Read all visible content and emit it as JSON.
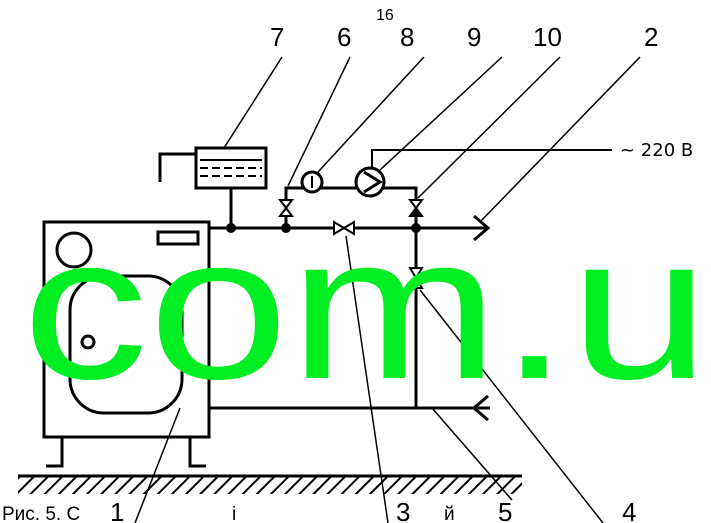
{
  "page_number": "16",
  "callouts": {
    "n1": "1",
    "n2": "2",
    "n3": "3",
    "n4": "4",
    "n5": "5",
    "n6": "6",
    "n7": "7",
    "n8": "8",
    "n9": "9",
    "n10": "10"
  },
  "supply_label": "~ 220 В",
  "caption_fragment_left": "Рис. 5. С",
  "caption_fragment_mid": "і",
  "caption_fragment_right": "й",
  "watermark": {
    "text": "com.u",
    "color": "#00ee22"
  },
  "colors": {
    "line": "#000000",
    "background": "#ffffff"
  }
}
